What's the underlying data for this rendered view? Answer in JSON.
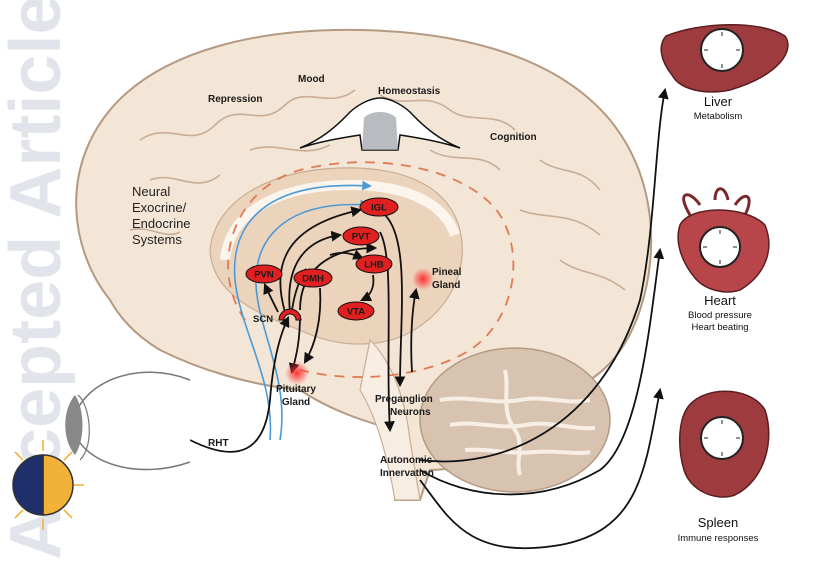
{
  "watermark": "Accepted Article",
  "brain_labels": {
    "repression": "Repression",
    "mood": "Mood",
    "homeostasis": "Homeostasis",
    "cognition": "Cognition",
    "neural_line1": "Neural",
    "neural_line2": "Exocrine/",
    "neural_line3": "Endocrine",
    "neural_line4": "Systems"
  },
  "nuclei": {
    "igl": "IGL",
    "pvt": "PVT",
    "pvn": "PVN",
    "dmh": "DMH",
    "lhb": "LHB",
    "vta": "VTA",
    "scn": "SCN"
  },
  "structures": {
    "pituitary_line1": "Pituitary",
    "pituitary_line2": "Gland",
    "pineal_line1": "Pineal",
    "pineal_line2": "Gland",
    "preganglion_line1": "Preganglion",
    "preganglion_line2": "Neurons",
    "autonomic_line1": "Autonomic",
    "autonomic_line2": "Innervation",
    "rht": "RHT"
  },
  "organs": {
    "liver": {
      "name": "Liver",
      "function": "Metabolism"
    },
    "heart": {
      "name": "Heart",
      "function_line1": "Blood pressure",
      "function_line2": "Heart beating"
    },
    "spleen": {
      "name": "Spleen",
      "function": "Immune responses"
    }
  },
  "colors": {
    "brain_fill": "#f3e6d6",
    "brain_stroke": "#b59a82",
    "nucleus_red": "#e02020",
    "organ_red": "#9e3b3e",
    "blue_path": "#4a9ad8",
    "dash_orange": "#e07a52",
    "night_blue": "#1f2f6b",
    "sun_yellow": "#f2b23a"
  }
}
